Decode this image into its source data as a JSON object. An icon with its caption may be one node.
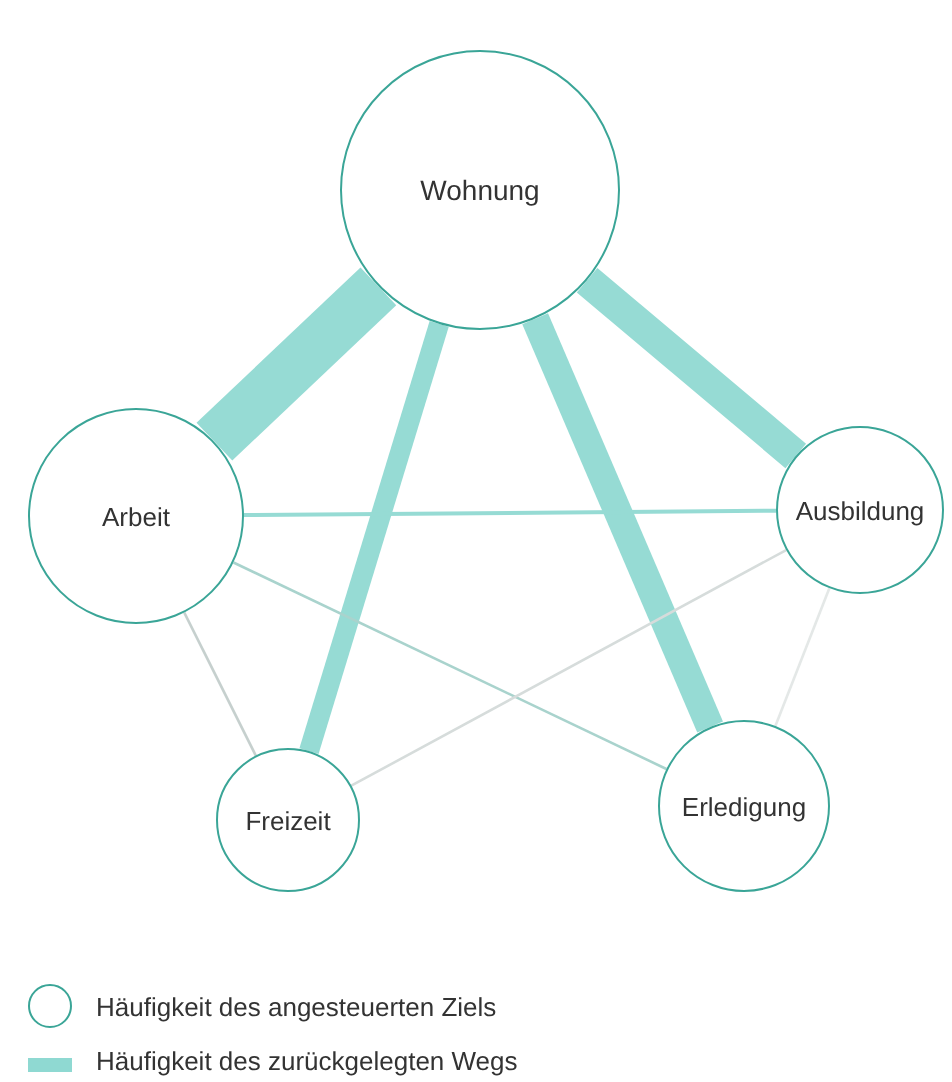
{
  "diagram": {
    "nodes": [
      {
        "text": [
          "Wohnung"
        ]
      },
      {
        "text": [
          "Arbeit"
        ]
      },
      {
        "text": [
          "Ausbildung"
        ]
      },
      {
        "text": [
          "Freizeit"
        ]
      },
      {
        "text": [
          "Erledigung"
        ]
      }
    ],
    "edges": [
      {
        "from": 0,
        "to": 1,
        "arrow": "none",
        "style": "thick"
      },
      {
        "from": 0,
        "to": 3,
        "arrow": "none",
        "style": "thick"
      },
      {
        "from": 0,
        "to": 4,
        "arrow": "none",
        "style": "thick"
      },
      {
        "from": 0,
        "to": 2,
        "arrow": "none",
        "style": "thick"
      },
      {
        "from": 1,
        "to": 2,
        "arrow": "none"
      },
      {
        "from": 1,
        "to": 4,
        "arrow": "none",
        "color": "#a9d3cd"
      },
      {
        "from": 1,
        "to": 3,
        "arrow": "none",
        "color": "#c6d0ce"
      },
      {
        "from": 3,
        "to": 2,
        "arrow": "none",
        "color": "#d6dcdb"
      },
      {
        "from": 4,
        "to": 2,
        "arrow": "none",
        "color": "#e4e8e7"
      }
    ],
    "legend": [
      {
        "text": "Häufigkeit des angesteuerten Ziels"
      },
      {
        "text": "Häufigkeit des zurückgelegten Wegs",
        "color": "#8fd9d2"
      }
    ]
  }
}
